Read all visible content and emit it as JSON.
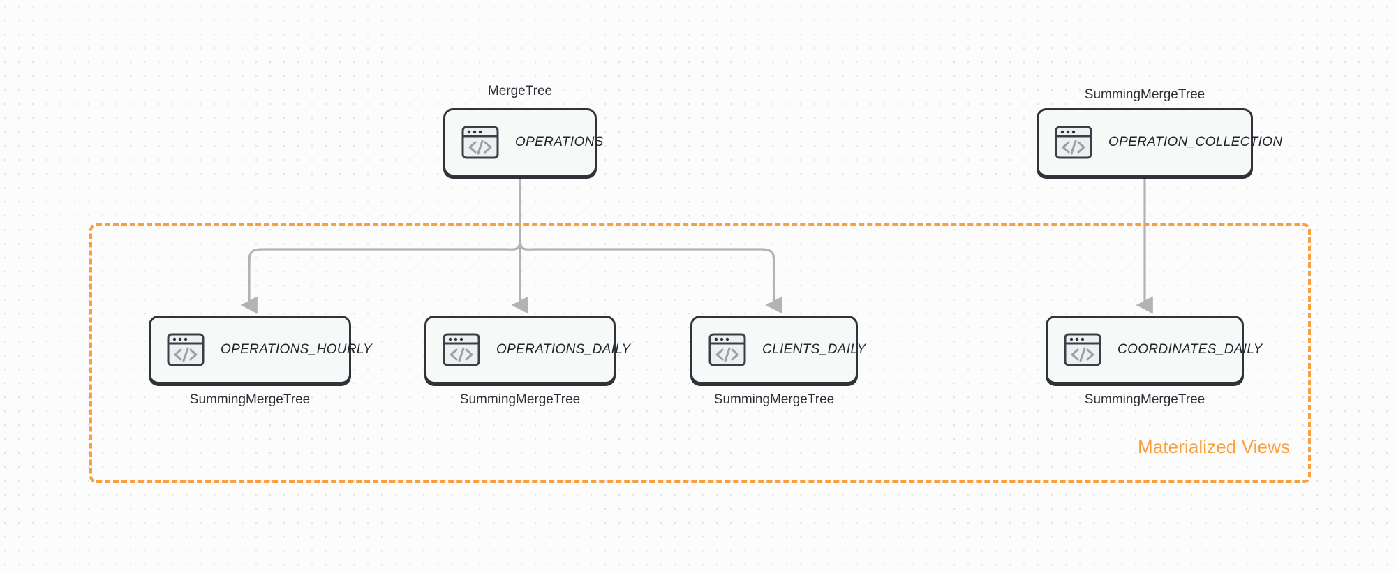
{
  "diagram": {
    "title": "ClickHouse table and materialized view topology",
    "background_color": "#fcfcfc",
    "accent_color": "#F9A03C",
    "node_border_color": "#2f333a",
    "node_fill_color": "#f7f8f8",
    "edge_color": "#b3b3b3"
  },
  "group": {
    "label": "Materialized Views",
    "style": "dashed",
    "color": "#F9A03C"
  },
  "source_nodes": [
    {
      "id": "operations",
      "name": "OPERATIONS",
      "engine": "MergeTree",
      "engine_position": "above",
      "icon": "code-window-icon"
    },
    {
      "id": "operation_collection",
      "name": "OPERATION_COLLECTION",
      "engine": "SummingMergeTree",
      "engine_position": "above",
      "icon": "code-window-icon"
    }
  ],
  "view_nodes": [
    {
      "id": "operations_hourly",
      "name": "OPERATIONS_HOURLY",
      "engine": "SummingMergeTree",
      "engine_position": "below",
      "icon": "code-window-icon"
    },
    {
      "id": "operations_daily",
      "name": "OPERATIONS_DAILY",
      "engine": "SummingMergeTree",
      "engine_position": "below",
      "icon": "code-window-icon"
    },
    {
      "id": "clients_daily",
      "name": "CLIENTS_DAILY",
      "engine": "SummingMergeTree",
      "engine_position": "below",
      "icon": "code-window-icon"
    },
    {
      "id": "coordinates_daily",
      "name": "COORDINATES_DAILY",
      "engine": "SummingMergeTree",
      "engine_position": "below",
      "icon": "code-window-icon"
    }
  ],
  "edges": [
    {
      "from": "operations",
      "to": "operations_hourly",
      "style": "elbow",
      "arrow": true
    },
    {
      "from": "operations",
      "to": "operations_daily",
      "style": "straight",
      "arrow": true
    },
    {
      "from": "operations",
      "to": "clients_daily",
      "style": "elbow",
      "arrow": true
    },
    {
      "from": "operation_collection",
      "to": "coordinates_daily",
      "style": "straight",
      "arrow": true
    }
  ]
}
